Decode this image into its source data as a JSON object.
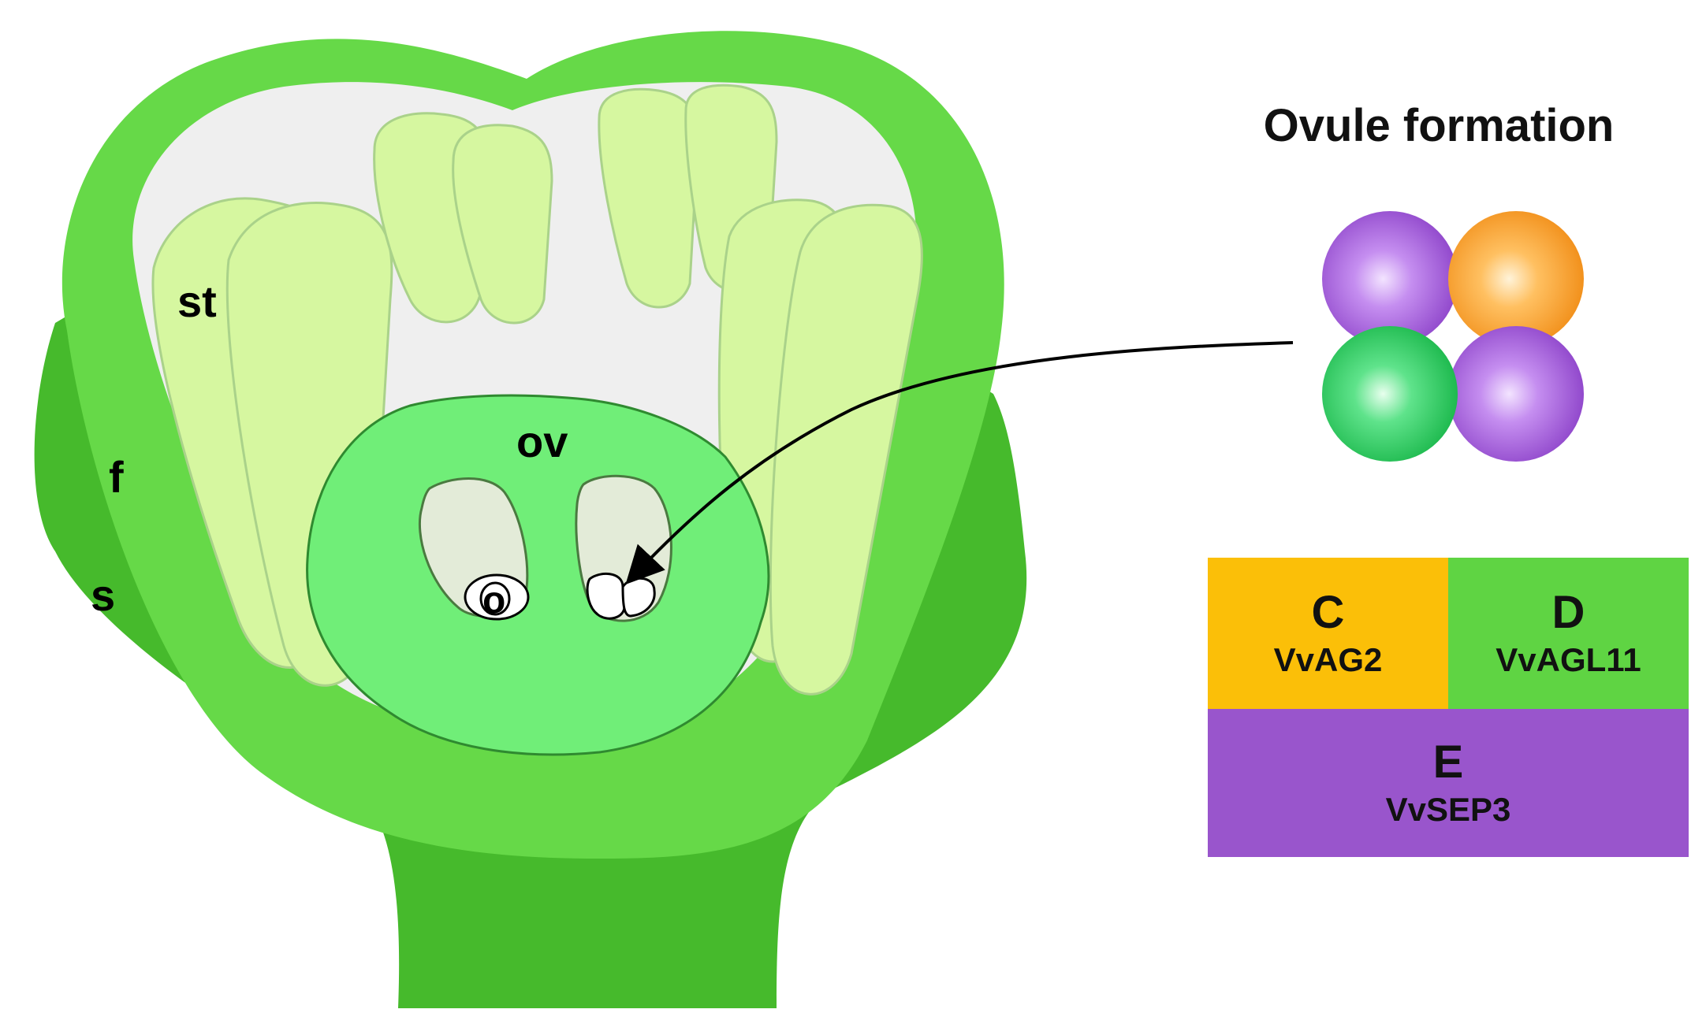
{
  "title": "Ovule formation",
  "flower_labels": {
    "stamen": "st",
    "filament": "f",
    "sepal": "s",
    "ovary": "ov",
    "ovule": "o"
  },
  "gene_table": {
    "C": {
      "letter": "C",
      "gene": "VvAG2",
      "color": "#fbbf08"
    },
    "D": {
      "letter": "D",
      "gene": "VvAGL11",
      "color": "#5fd443"
    },
    "E": {
      "letter": "E",
      "gene": "VvSEP3",
      "color": "#9955cc"
    }
  },
  "complex_colors": {
    "purple": "#9a4fd0",
    "orange": "#f5901a",
    "green": "#1fbf4f"
  },
  "tissue_colors": {
    "outer_receptacle": "#46ba2c",
    "inner_wall": "#66d948",
    "cavity": "#efefef",
    "stamen_fill": "#d6f7a0",
    "ovary_fill": "#70ee78",
    "locule_fill": "#e3ebd8"
  }
}
